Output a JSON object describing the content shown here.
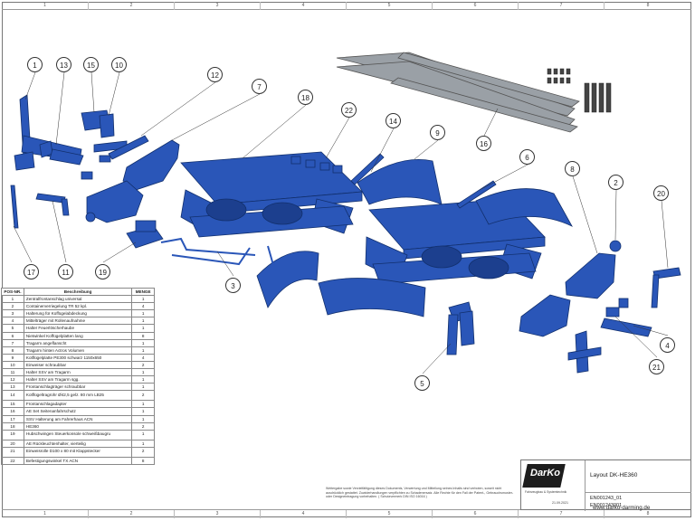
{
  "ruler_columns": [
    "1",
    "2",
    "3",
    "4",
    "5",
    "6",
    "7",
    "8"
  ],
  "table": {
    "headers": {
      "pos": "POS-NR.",
      "desc": "Beschreibung",
      "qty": "MENGE"
    },
    "rows": [
      {
        "pos": "1",
        "desc": "Zentralfrontanschlag universal",
        "qty": "1"
      },
      {
        "pos": "2",
        "desc": "Containerverriegelung TR 52 kpl.",
        "qty": "4"
      },
      {
        "pos": "3",
        "desc": "Halterung für Koffügelabdeckung",
        "qty": "1"
      },
      {
        "pos": "4",
        "desc": "Mittelträger mit Rollenaufnahme",
        "qty": "1"
      },
      {
        "pos": "5",
        "desc": "Halter Feuerlöscherhaube",
        "qty": "1"
      },
      {
        "pos": "6",
        "desc": "Nietwinkel Koffügelplatten lang",
        "qty": "8"
      },
      {
        "pos": "7",
        "desc": "Tragarm angeflanscht",
        "qty": "1"
      },
      {
        "pos": "8",
        "desc": "Tragarm hinten Actros Volumen",
        "qty": "1"
      },
      {
        "pos": "9",
        "desc": "Kotflügelplatte PE300 schwarz 1150x650",
        "qty": "4"
      },
      {
        "pos": "10",
        "desc": "Einweiser schraubbar",
        "qty": "2"
      },
      {
        "pos": "11",
        "desc": "Halter SSV am Tragarm",
        "qty": "1"
      },
      {
        "pos": "12",
        "desc": "Halter SSV am Tragarm sgg.",
        "qty": "1"
      },
      {
        "pos": "13",
        "desc": "Frontanschlagträger schraubbar",
        "qty": "1"
      },
      {
        "pos": "14",
        "desc": "Kotflügeltragrohr Ø42,5 gelz. 80 mm LB25",
        "qty": "2"
      },
      {
        "pos": "15",
        "desc": "Frontanschlagadapter",
        "qty": "1"
      },
      {
        "pos": "16",
        "desc": "AE Set Seitenanfahrschutz",
        "qty": "1"
      },
      {
        "pos": "17",
        "desc": "SSV Halterung am Fahrerhaus ACN",
        "qty": "1"
      },
      {
        "pos": "18",
        "desc": "HE360",
        "qty": "2"
      },
      {
        "pos": "19",
        "desc": "Hubschwingen Steuerkonsole schweißbaugru",
        "qty": "1"
      },
      {
        "pos": "20",
        "desc": "AE Rückleuchtenhalter, vierteilig",
        "qty": "1"
      },
      {
        "pos": "21",
        "desc": "Einweisrolle D100 x 80 mit Klappstecker",
        "qty": "2"
      },
      {
        "pos": "22",
        "desc": "Befestigungswinkel TX ACN",
        "qty": "8"
      }
    ]
  },
  "callouts": [
    "1",
    "13",
    "15",
    "10",
    "12",
    "7",
    "18",
    "22",
    "14",
    "9",
    "16",
    "6",
    "8",
    "2",
    "20",
    "17",
    "11",
    "19",
    "3",
    "5",
    "21",
    "4"
  ],
  "disclaimer": "Weitergabe sowie Vervielfältigung dieses Dokuments, Verwertung und Mitteilung seines Inhalts sind verboten, soweit nicht ausdrücklich gestattet. Zuwiderhandlungen verpflichten zu Schadenersatz. Alle Rechte für den Fall der Patent-, Gebrauchsmuster- oder Designeintragung vorbehalten. ( Schutzvermerk DIN ISO 16016 )",
  "title_block": {
    "logo": "DarKo",
    "company_sub": "Fahrzeugbau & Systemtechnik",
    "drawing_title": "Layout DK-HE360",
    "drawing_no_1": "EN001243_01",
    "drawing_no_2": "EN001243001",
    "date": "21.09.2021",
    "website": "www.darko-darming.de"
  },
  "colors": {
    "part_blue": "#2a56b8",
    "part_dark": "#12306e",
    "steel": "#888c90"
  }
}
